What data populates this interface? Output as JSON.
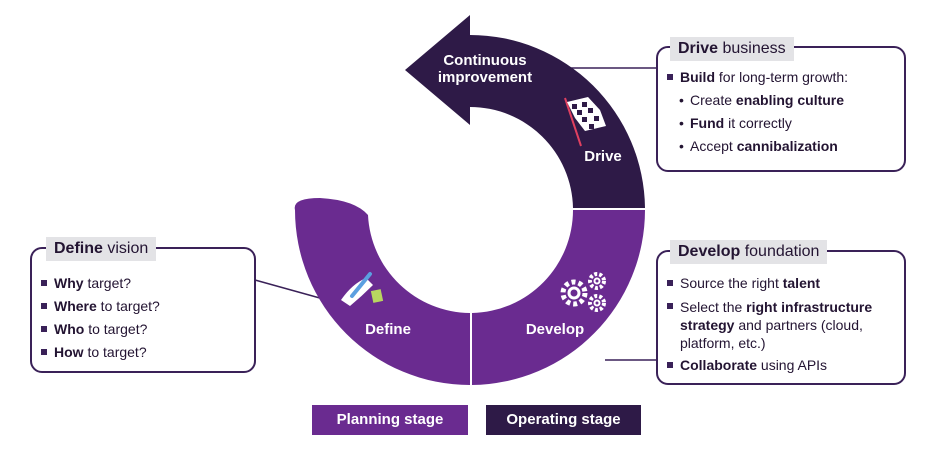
{
  "colors": {
    "dark_purple": "#2e1a47",
    "mid_purple": "#6a2b90",
    "box_border": "#3a2158",
    "title_bg": "#e3e3e6"
  },
  "cycle": {
    "arrow_label_line1": "Continuous",
    "arrow_label_line2": "improvement",
    "segments": {
      "drive": "Drive",
      "develop": "Develop",
      "define": "Define"
    },
    "icons": [
      "checkered-flag-icon",
      "gears-icon",
      "pen-hand-icon"
    ]
  },
  "drive_box": {
    "title_bold": "Drive",
    "title_rest": " business",
    "main_bold": "Build",
    "main_rest": " for long-term growth:",
    "sub1_pre": "Create ",
    "sub1_bold": "enabling culture",
    "sub2_bold": "Fund",
    "sub2_rest": " it correctly",
    "sub3_pre": "Accept ",
    "sub3_bold": "cannibalization"
  },
  "develop_box": {
    "title_bold": "Develop",
    "title_rest": " foundation",
    "item1_pre": "Source the right ",
    "item1_bold": "talent",
    "item2_pre": "Select the ",
    "item2_bold1": "right infrastructure",
    "item2_bold2": "strategy",
    "item2_rest": " and partners (cloud, platform, etc.)",
    "item3_bold": "Collaborate",
    "item3_rest": " using APIs"
  },
  "define_box": {
    "title_bold": "Define",
    "title_rest": " vision",
    "items": [
      {
        "bold": "Why",
        "rest": " target?"
      },
      {
        "bold": "Where",
        "rest": " to target?"
      },
      {
        "bold": "Who",
        "rest": " to target?"
      },
      {
        "bold": "How",
        "rest": " to target?"
      }
    ]
  },
  "legend": {
    "planning": "Planning stage",
    "operating": "Operating stage"
  }
}
